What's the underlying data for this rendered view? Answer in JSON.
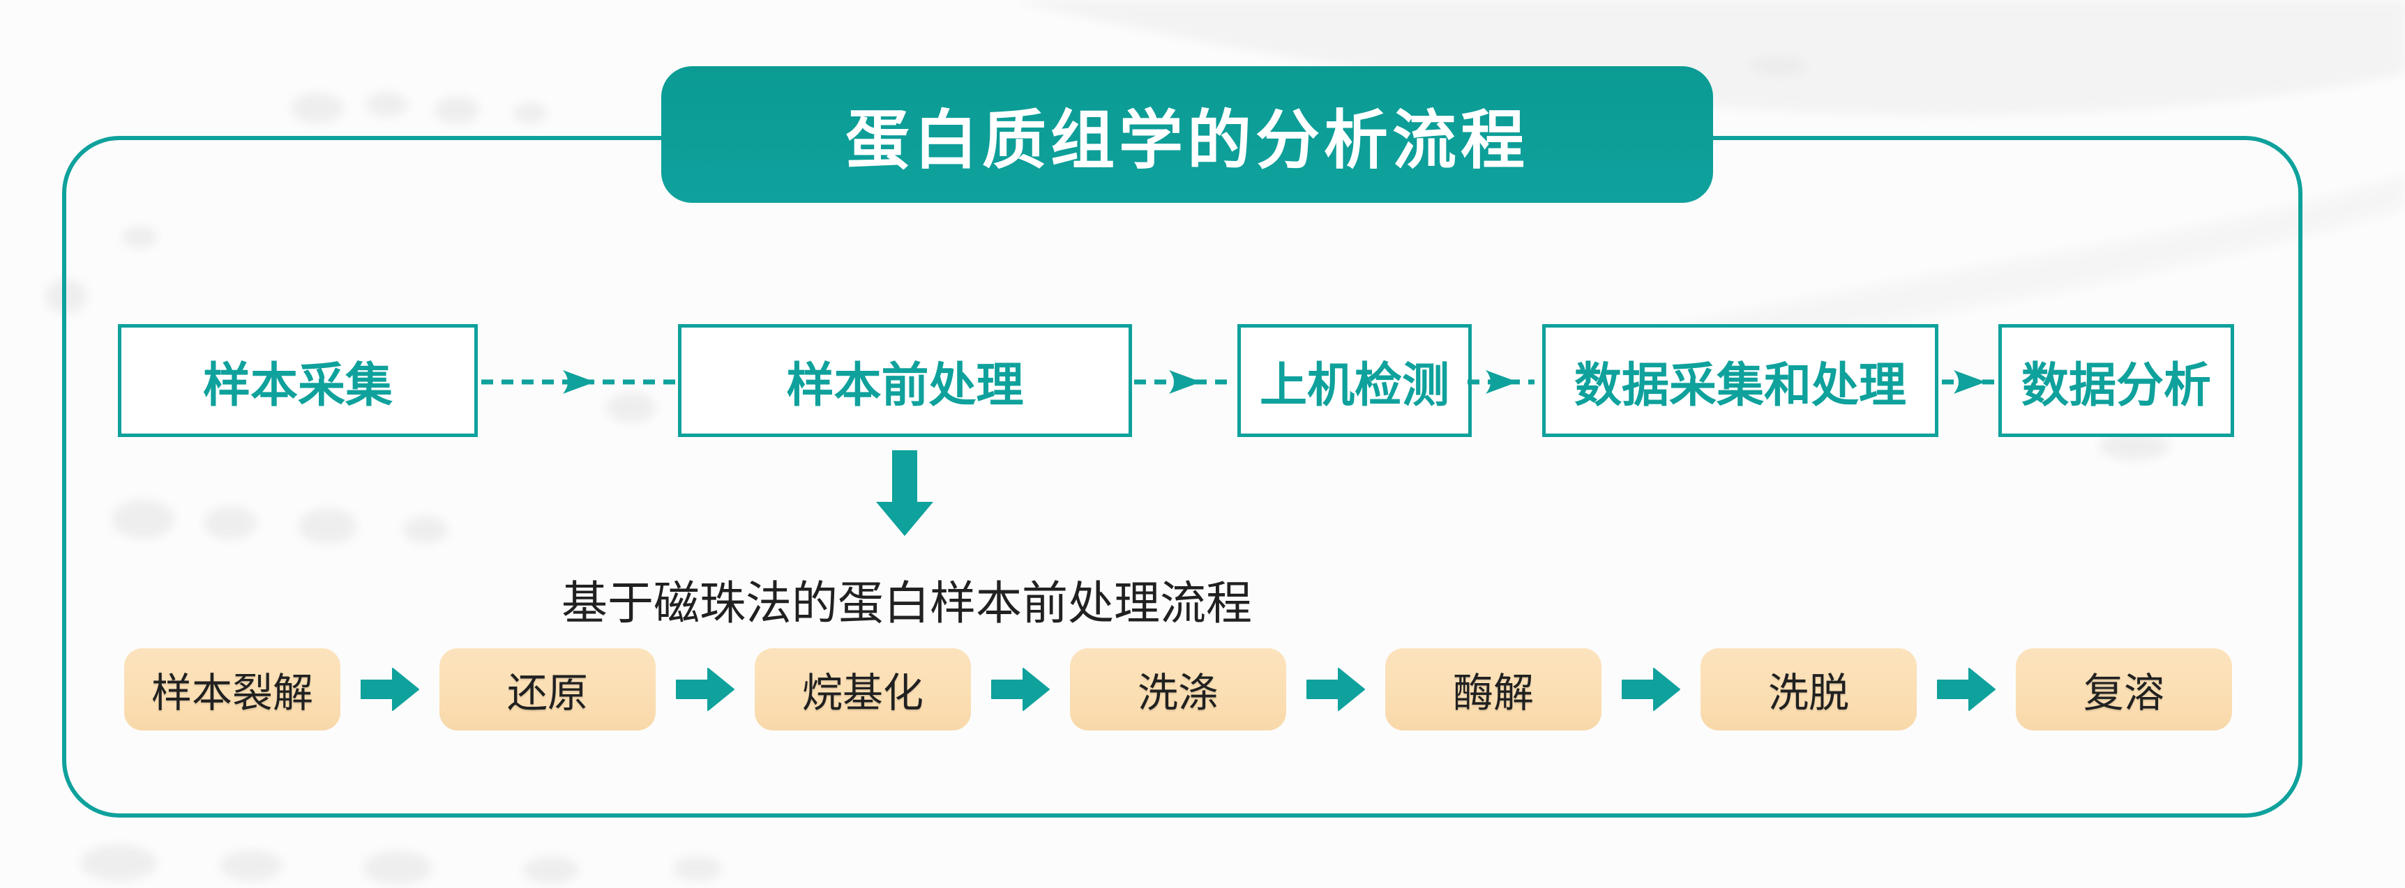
{
  "title": "蛋白质组学的分析流程",
  "colors": {
    "teal": "#0fa19c",
    "orange": "#fbdfb4",
    "ink": "#212121",
    "paper": "#fcfcfc"
  },
  "main_flow": {
    "connector": "dashed-arrow",
    "steps": [
      {
        "label": "样本采集"
      },
      {
        "label": "样本前处理"
      },
      {
        "label": "上机检测"
      },
      {
        "label": "数据采集和处理"
      },
      {
        "label": "数据分析"
      }
    ]
  },
  "sub_flow": {
    "heading": "基于磁珠法的蛋白样本前处理流程",
    "connector": "solid-arrow",
    "steps": [
      {
        "label": "样本裂解"
      },
      {
        "label": "还原"
      },
      {
        "label": "烷基化"
      },
      {
        "label": "洗涤"
      },
      {
        "label": "酶解"
      },
      {
        "label": "洗脱"
      },
      {
        "label": "复溶"
      }
    ]
  }
}
